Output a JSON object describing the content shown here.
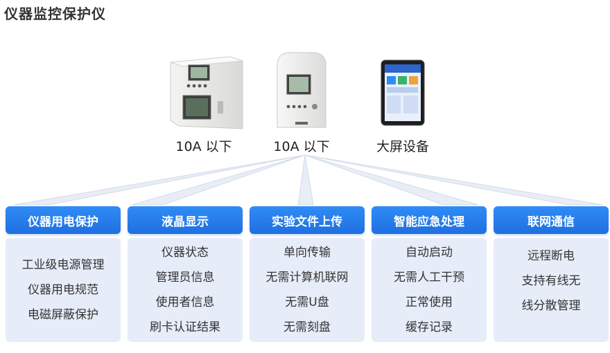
{
  "page": {
    "title": "仪器监控保护仪"
  },
  "devices": [
    {
      "icon": "monitor-box-device-icon",
      "label": "10A 以下"
    },
    {
      "icon": "wall-mount-device-icon",
      "label": "10A 以下"
    },
    {
      "icon": "tablet-screen-icon",
      "label": "大屏设备"
    }
  ],
  "features": [
    {
      "title": "仪器用电保护",
      "items": [
        "工业级电源管理",
        "仪器用电规范",
        "电磁屏蔽保护"
      ]
    },
    {
      "title": "液晶显示",
      "items": [
        "仪器状态",
        "管理员信息",
        "使用者信息",
        "刷卡认证结果"
      ]
    },
    {
      "title": "实验文件上传",
      "items": [
        "单向传输",
        "无需计算机联网",
        "无需U盘",
        "无需刻盘"
      ]
    },
    {
      "title": "智能应急处理",
      "items": [
        "自动启动",
        "无需人工干预",
        "正常使用",
        "缓存记录"
      ]
    },
    {
      "title": "联网通信",
      "items": [
        "远程断电",
        "支持有线无",
        "线分散管理"
      ]
    }
  ],
  "colors": {
    "accent": "#1f6fe0",
    "panel": "#e6ecf8"
  }
}
